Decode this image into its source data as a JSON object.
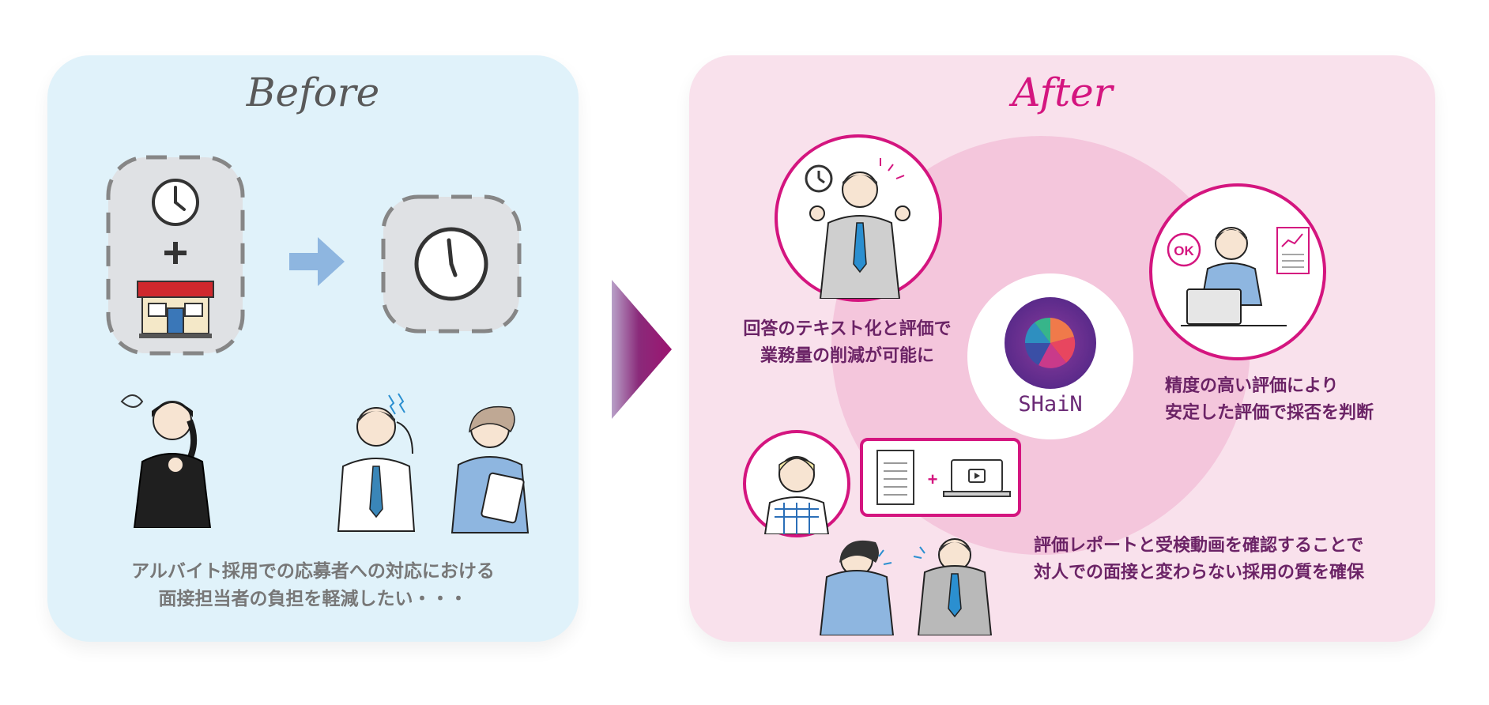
{
  "before": {
    "title": "Before",
    "caption": "アルバイト採用での応募者への対応における\n面接担当者の負担を軽減したい・・・",
    "plus_sign": "+"
  },
  "after": {
    "title": "After",
    "logo_text": "SHaiN",
    "ok_label": "OK",
    "plus_sign": "+",
    "captions": {
      "top_left": "回答のテキスト化と評価で\n業務量の削減が可能に",
      "right": "精度の高い評価により\n安定した評価で採否を判断",
      "bottom": "評価レポートと受検動画を確認することで\n対人での面接と変わらない採用の質を確保"
    }
  },
  "colors": {
    "before_bg": "#e0f2fa",
    "after_bg": "#f9e1ec",
    "accent_pink": "#d4157f",
    "text_purple": "#6b2366",
    "arrow_blue": "#8eb6e0"
  }
}
